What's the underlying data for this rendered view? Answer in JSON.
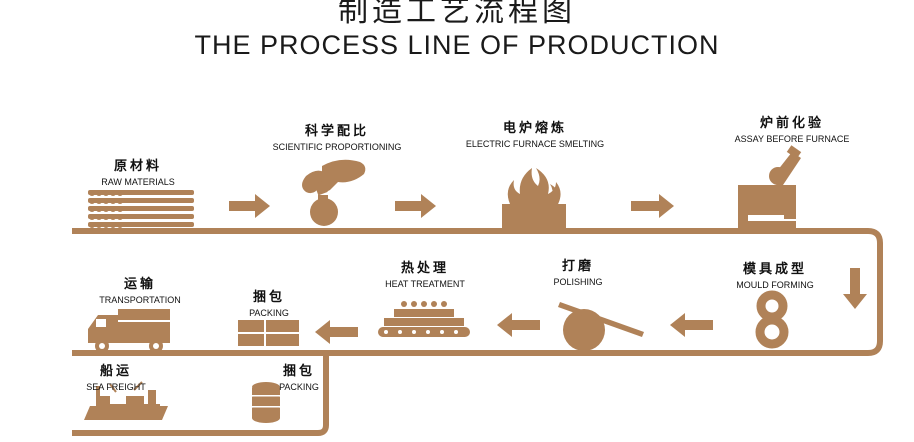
{
  "title": {
    "chinese": "制造工艺流程图",
    "english": "THE PROCESS LINE OF PRODUCTION"
  },
  "colors": {
    "accent": "#b08258",
    "text": "#111111",
    "background": "#ffffff"
  },
  "steps": [
    {
      "cn": "原材料",
      "en": "RAW MATERIALS",
      "icon": "raw-materials-icon"
    },
    {
      "cn": "科学配比",
      "en": "SCIENTIFIC PROPORTIONING",
      "icon": "proportioning-hand-icon"
    },
    {
      "cn": "电炉熔炼",
      "en": "ELECTRIC FURNACE SMELTING",
      "icon": "furnace-flame-icon"
    },
    {
      "cn": "炉前化验",
      "en": "ASSAY BEFORE FURNACE",
      "icon": "microscope-icon"
    },
    {
      "cn": "模具成型",
      "en": "MOULD FORMING",
      "icon": "mould-rings-icon"
    },
    {
      "cn": "打磨",
      "en": "POLISHING",
      "icon": "polishing-wheel-icon"
    },
    {
      "cn": "热处理",
      "en": "HEAT TREATMENT",
      "icon": "heat-treatment-conveyor-icon"
    },
    {
      "cn": "捆包",
      "en": "PACKING",
      "icon": "bundle-packing-icon"
    },
    {
      "cn": "运输",
      "en": "TRANSPORTATION",
      "icon": "truck-icon"
    },
    {
      "cn": "捆包",
      "en": "PACKING",
      "icon": "stacked-discs-icon"
    },
    {
      "cn": "船运",
      "en": "SEA FREIGHT",
      "icon": "ship-icon"
    }
  ]
}
